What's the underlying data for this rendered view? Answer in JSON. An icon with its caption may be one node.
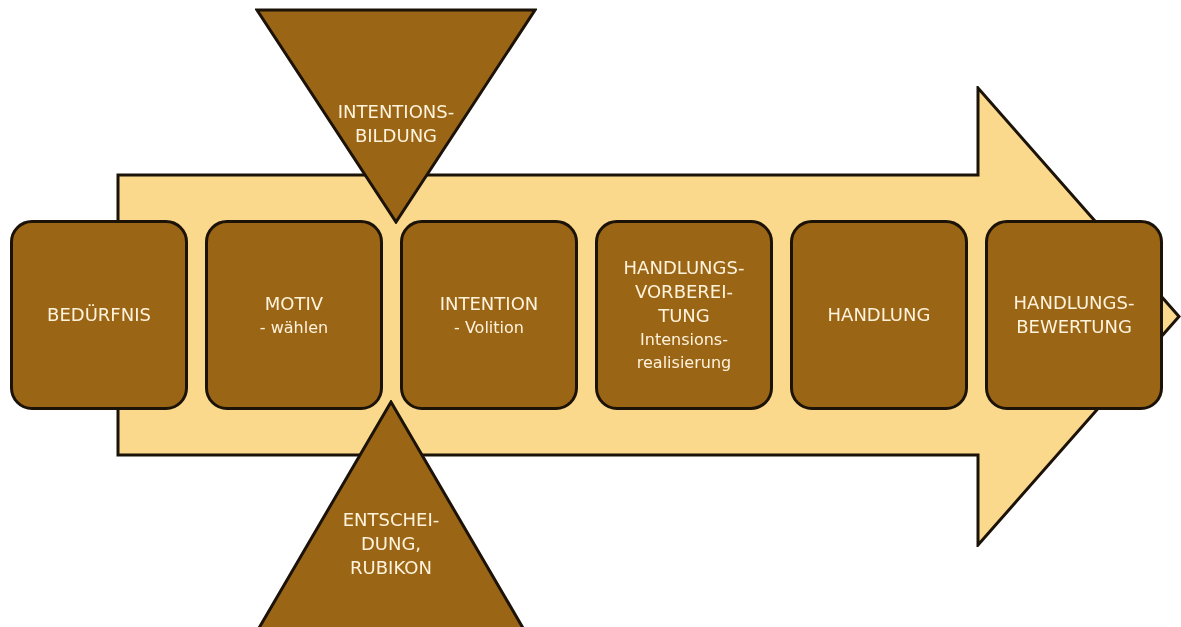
{
  "diagram": {
    "nodes": [
      {
        "text": [
          "INTENTIONS- BILDUNG"
        ]
      },
      {
        "text": [],
        "shape": "arrow"
      },
      {
        "text": [
          "BEDÜRFNIS"
        ]
      },
      {
        "text": [
          "MOTIV",
          "- wählen"
        ],
        "in": 1
      },
      {
        "text": [
          "INTENTION",
          "- Volition"
        ],
        "in": 1
      },
      {
        "text": [
          "HANDLUNGS- VORBEREI- TUNG",
          "Intensions- realisierung"
        ],
        "in": 1
      },
      {
        "text": [
          "HANDLUNG"
        ],
        "in": 1
      },
      {
        "text": [
          "HANDLUNGS- BEWERTUNG"
        ],
        "in": 1
      },
      {
        "text": [
          "ENTSCHEI- DUNG, RUBIKON"
        ]
      }
    ]
  }
}
